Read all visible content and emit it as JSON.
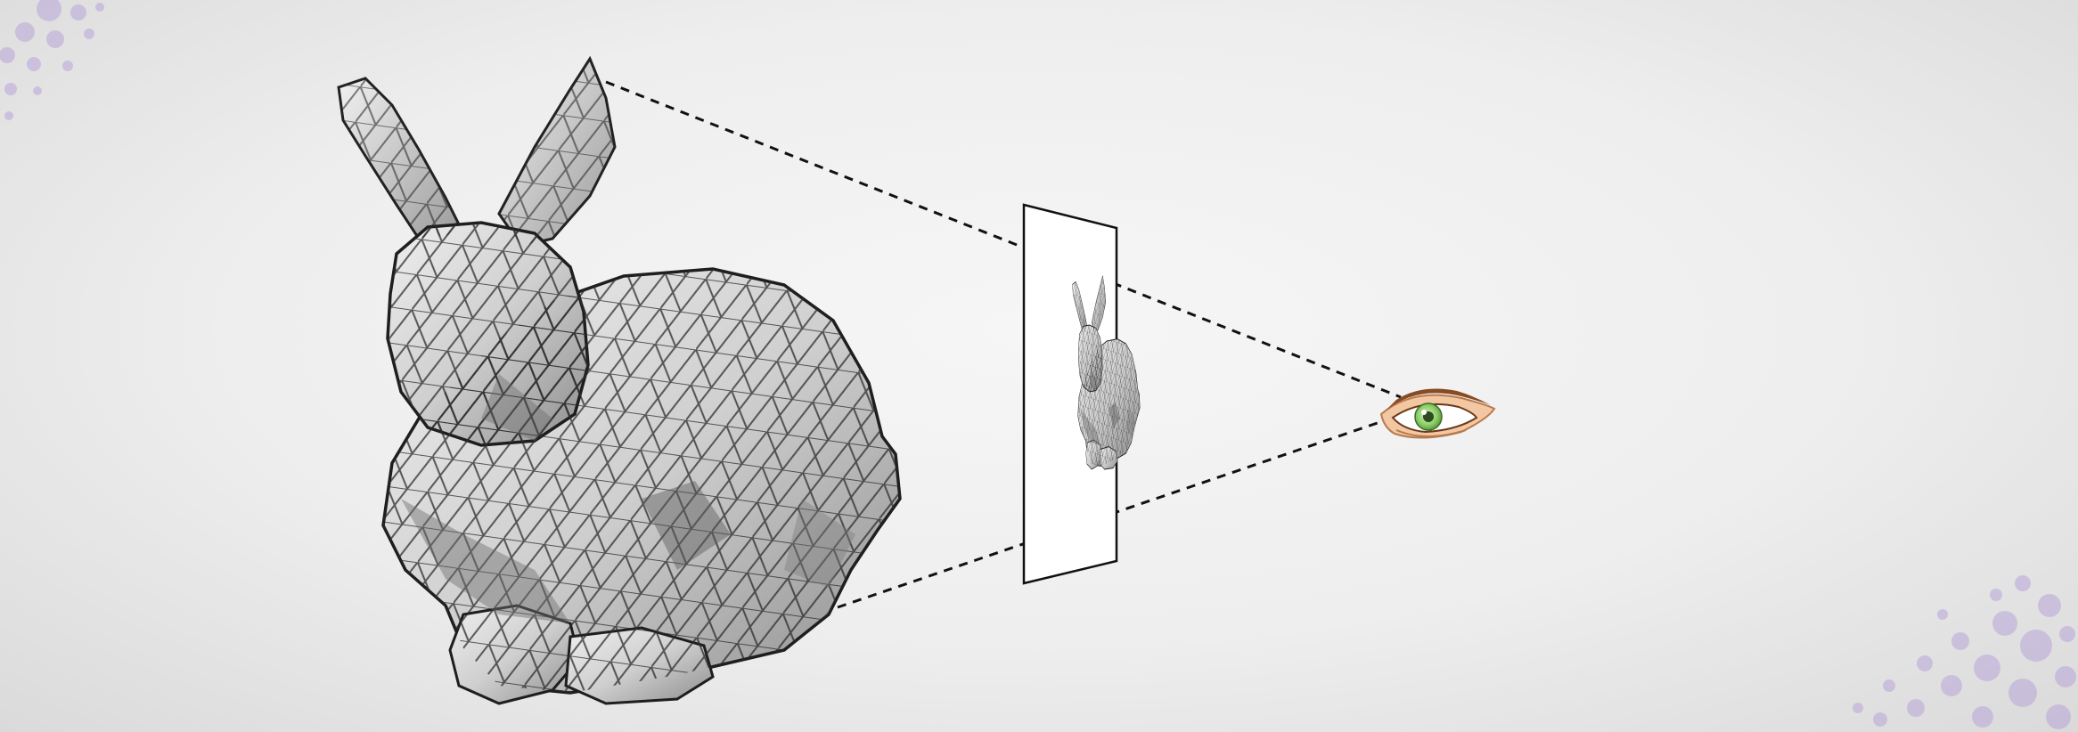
{
  "scene": {
    "object": "bunny-mesh",
    "image_plane": "projection-plane",
    "viewer": "eye"
  },
  "icons": {
    "viewer": "eye-icon",
    "object": "bunny-icon",
    "plane": "image-plane-icon"
  },
  "colors": {
    "background": "#eeeeee",
    "mesh_fill": "#c9c9c9",
    "mesh_stroke": "#2a2a2a",
    "projection_line": "#111111",
    "plane_fill": "#ffffff",
    "eye_iris": "#8fcf6a",
    "eye_skin": "#f3c7a2",
    "eye_lid": "#8a4a22",
    "decor_dots": "#b9a6d9"
  }
}
